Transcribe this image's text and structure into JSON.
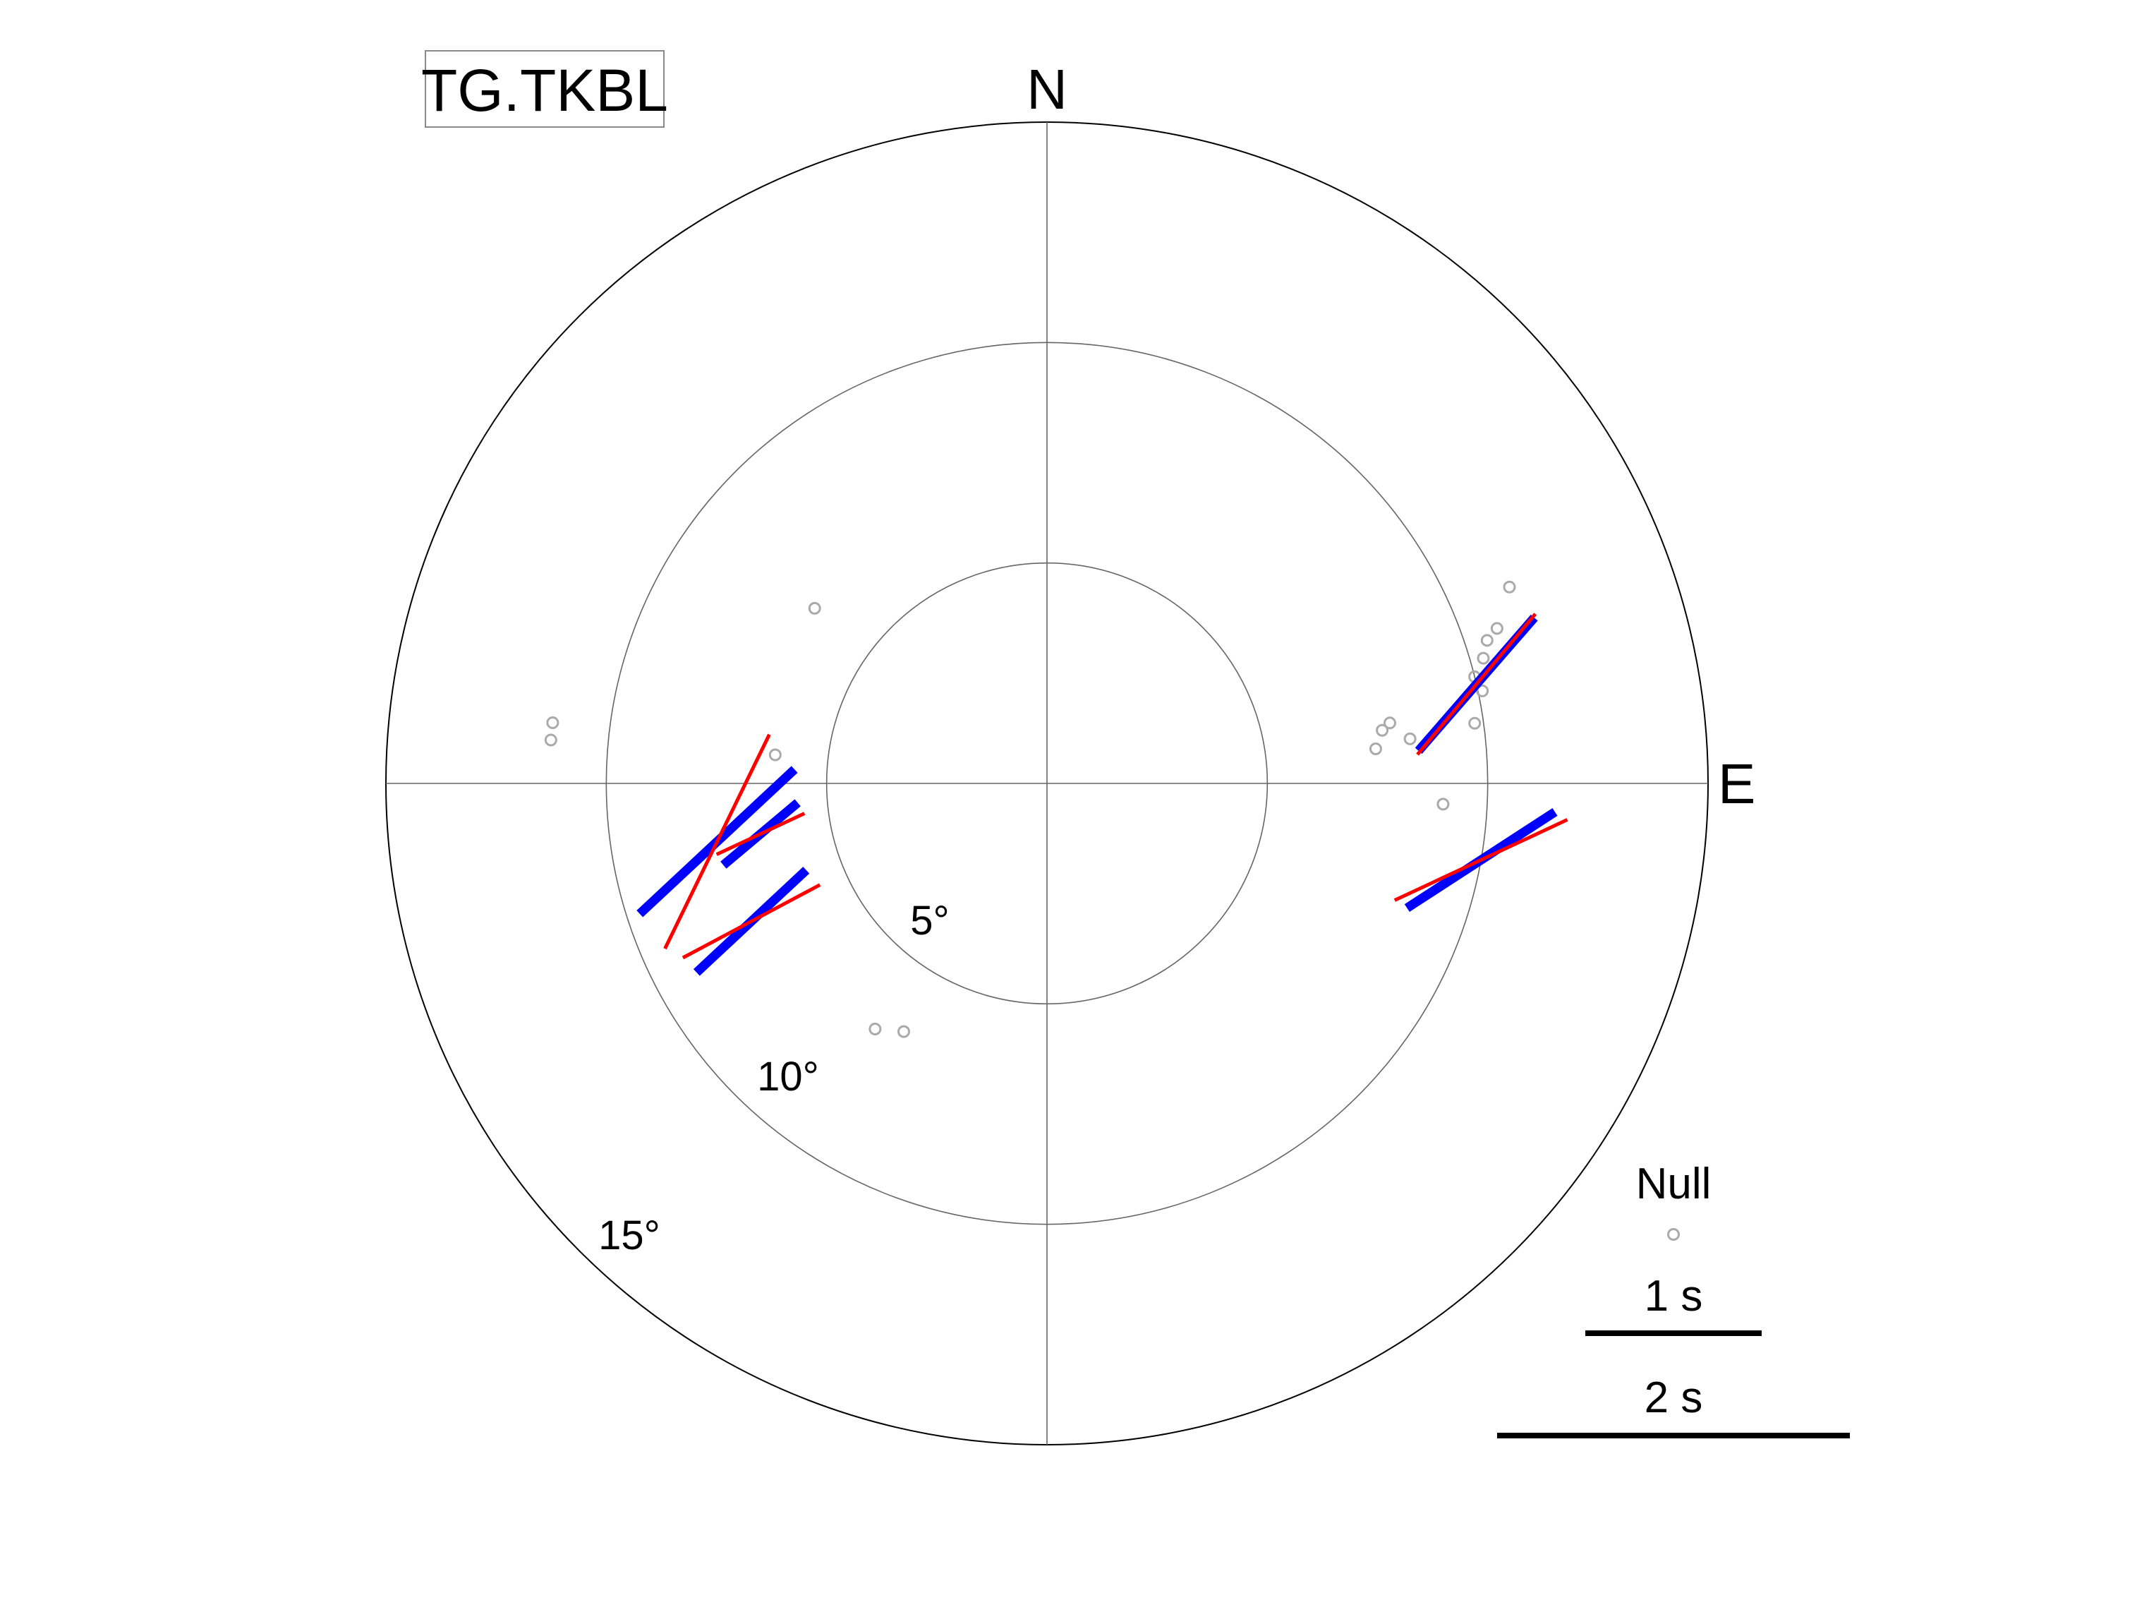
{
  "chart_data": {
    "type": "polar-stereonet",
    "station": "TG.TKBL",
    "compass": {
      "north": "N",
      "east": "E"
    },
    "radial_axis": {
      "quantity": "incidence angle (degrees)",
      "rings": [
        5,
        10,
        15
      ],
      "ring_labels": [
        "5°",
        "10°",
        "15°"
      ],
      "max": 15
    },
    "grid": true,
    "legend": {
      "placement": "bottom-right",
      "null_label": "Null",
      "scale_bars": [
        {
          "label": "1 s",
          "seconds": 1
        },
        {
          "label": "2 s",
          "seconds": 2
        }
      ]
    },
    "colors": {
      "blue_segments": "#0000ff",
      "red_segments": "#ff0000",
      "null_markers": "#aaaaaa",
      "grid": "#666666",
      "outer_ring": "#000000"
    },
    "split_measurements": [
      {
        "backazimuth": 245,
        "incidence": 7.4,
        "blue_phi": 47,
        "blue_dt": 0.85,
        "red_phi": 62,
        "red_dt": 0.88
      },
      {
        "backazimuth": 260,
        "incidence": 6.6,
        "blue_phi": 50,
        "blue_dt": 0.55,
        "red_phi": 65,
        "red_dt": 0.55
      },
      {
        "backazimuth": 260,
        "incidence": 7.6,
        "blue_phi": 47,
        "blue_dt": 1.2,
        "red_phi": 26,
        "red_dt": 1.35
      },
      {
        "backazimuth": 77,
        "incidence": 10.0,
        "blue_phi": 41,
        "blue_dt": 1.0,
        "red_phi": 40,
        "red_dt": 1.04
      },
      {
        "backazimuth": 100,
        "incidence": 10.0,
        "blue_phi": 57,
        "blue_dt": 1.0,
        "red_phi": 65,
        "red_dt": 1.08
      }
    ],
    "null_measurements": [
      {
        "backazimuth": 275,
        "incidence": 11.3
      },
      {
        "backazimuth": 277,
        "incidence": 11.3
      },
      {
        "backazimuth": 307,
        "incidence": 6.6
      },
      {
        "backazimuth": 276,
        "incidence": 6.2
      },
      {
        "backazimuth": 71,
        "incidence": 10.8
      },
      {
        "backazimuth": 67,
        "incidence": 11.4
      },
      {
        "backazimuth": 76,
        "incidence": 10.0
      },
      {
        "backazimuth": 74,
        "incidence": 10.3
      },
      {
        "backazimuth": 72,
        "incidence": 10.5
      },
      {
        "backazimuth": 78,
        "incidence": 10.1
      },
      {
        "backazimuth": 82,
        "incidence": 9.8
      },
      {
        "backazimuth": 84,
        "incidence": 7.5
      },
      {
        "backazimuth": 81,
        "incidence": 7.7
      },
      {
        "backazimuth": 80,
        "incidence": 7.9
      },
      {
        "backazimuth": 83,
        "incidence": 8.3
      },
      {
        "backazimuth": 93,
        "incidence": 9.0
      },
      {
        "backazimuth": 215,
        "incidence": 6.8
      },
      {
        "backazimuth": 210,
        "incidence": 6.5
      }
    ]
  }
}
